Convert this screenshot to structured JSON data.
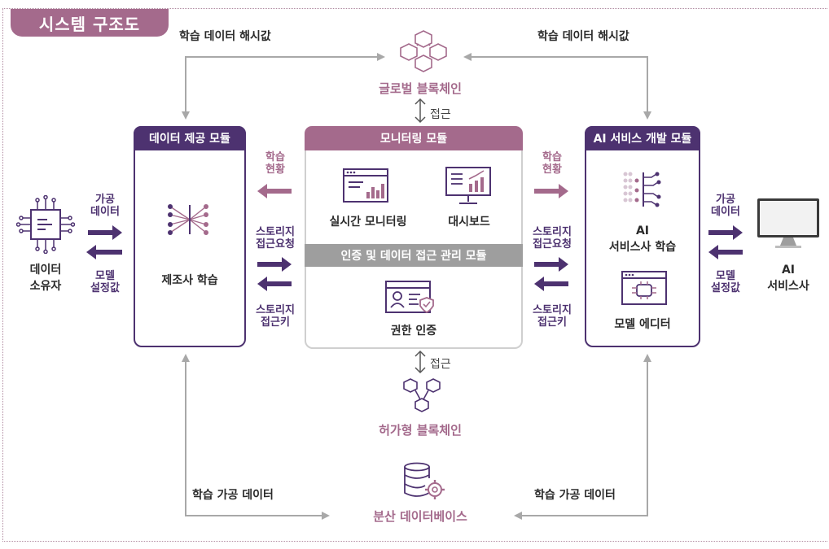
{
  "title": "시스템 구조도",
  "top": {
    "left_label": "학습 데이터 해시값",
    "right_label": "학습 데이터 해시값",
    "global_chain": "글로벌 블록체인",
    "access_top": "접근"
  },
  "left_module": {
    "header": "데이터 제공 모듈",
    "caption": "제조사 학습"
  },
  "center_module": {
    "header": "모니터링 모듈",
    "item1": "실시간 모니터링",
    "item2": "대시보드",
    "bar": "인증 및 데이터 접근 관리 모듈",
    "item3": "권한 인증"
  },
  "right_module": {
    "header": "AI 서비스 개발 모듈",
    "caption1_l1": "AI",
    "caption1_l2": "서비스사 학습",
    "caption2": "모델 에디터"
  },
  "left_flow": {
    "data_owner_l1": "데이터",
    "data_owner_l2": "소유자",
    "processed_l1": "가공",
    "processed_l2": "데이터",
    "model_l1": "모델",
    "model_l2": "설정값"
  },
  "right_flow": {
    "ai_l1": "AI",
    "ai_l2": "서비스사",
    "processed_l1": "가공",
    "processed_l2": "데이터",
    "model_l1": "모델",
    "model_l2": "설정값"
  },
  "mid_left": {
    "status_l1": "학습",
    "status_l2": "현황",
    "req_l1": "스토리지",
    "req_l2": "접근요청",
    "key_l1": "스토리지",
    "key_l2": "접근키"
  },
  "mid_right": {
    "status_l1": "학습",
    "status_l2": "현황",
    "req_l1": "스토리지",
    "req_l2": "접근요청",
    "key_l1": "스토리지",
    "key_l2": "접근키"
  },
  "bottom": {
    "access_bottom": "접근",
    "permissioned_chain": "허가형 블록체인",
    "left_label": "학습 가공 데이터",
    "right_label": "학습 가공 데이터",
    "db": "분산 데이터베이스"
  },
  "colors": {
    "purple": "#4d3270",
    "pink": "#a46a8c",
    "gray": "#9e9e9e"
  }
}
